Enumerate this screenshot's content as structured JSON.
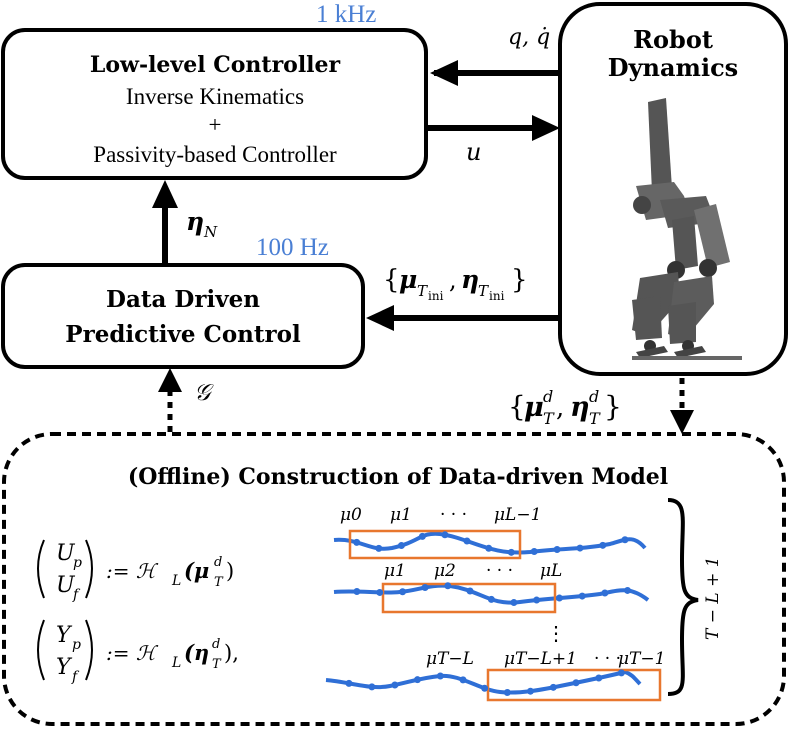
{
  "blocks": {
    "low_level": {
      "title": "Low-level Controller",
      "line1": "Inverse Kinematics",
      "line2": "+",
      "line3": "Passivity-based Controller",
      "rate": "1 kHz"
    },
    "robot": {
      "title_line1": "Robot",
      "title_line2": "Dynamics"
    },
    "ddpc": {
      "title_line1": "Data Driven",
      "title_line2": "Predictive Control",
      "rate": "100 Hz"
    },
    "offline": {
      "title": "(Offline) Construction of Data-driven Model"
    }
  },
  "signals": {
    "q": "q, q̇",
    "u": "u",
    "eta_n": "η",
    "eta_n_sub": "N",
    "g": "𝒢",
    "ini_open": "{",
    "ini_mu": "μ",
    "ini_mu_sub": "T",
    "ini_mu_subsub": "ini",
    "ini_comma": ",",
    "ini_eta": "η",
    "ini_eta_sub": "T",
    "ini_eta_subsub": "ini",
    "ini_close": "}",
    "d_open": "{",
    "d_mu": "μ",
    "d_mu_sup": "d",
    "d_mu_sub": "T",
    "d_comma": ",",
    "d_eta": "η",
    "d_eta_sup": "d",
    "d_eta_sub": "T",
    "d_close": "}"
  },
  "equations": {
    "eq1_top": "U",
    "eq1_top_sub": "p",
    "eq1_bot": "U",
    "eq1_bot_sub": "f",
    "eq1_rhs": ":= ℋ",
    "eq1_rhs_sub": "L",
    "eq1_arg": "(μ",
    "eq1_arg_sup": "d",
    "eq1_arg_sub": "T",
    "eq1_close": ")",
    "eq2_top": "Y",
    "eq2_top_sub": "p",
    "eq2_bot": "Y",
    "eq2_bot_sub": "f",
    "eq2_rhs": ":= ℋ",
    "eq2_rhs_sub": "L",
    "eq2_arg": "(η",
    "eq2_arg_sup": "d",
    "eq2_arg_sub": "T",
    "eq2_close": "),"
  },
  "hankel": {
    "row1": [
      "μ0",
      "μ1",
      "· · ·",
      "μL−1"
    ],
    "row2": [
      "μ1",
      "μ2",
      "· · ·",
      "μL"
    ],
    "vdots": "⋮",
    "row3": [
      "μT−L",
      "μT−L+1",
      "· · ·",
      "μT−1"
    ],
    "brace_label": "T − L + 1"
  },
  "colors": {
    "rate_text": "#4a7fd4",
    "trajectory": "#2f6fd6",
    "window": "#e8772e",
    "robot_body": "#555555",
    "robot_joint": "#333333"
  }
}
